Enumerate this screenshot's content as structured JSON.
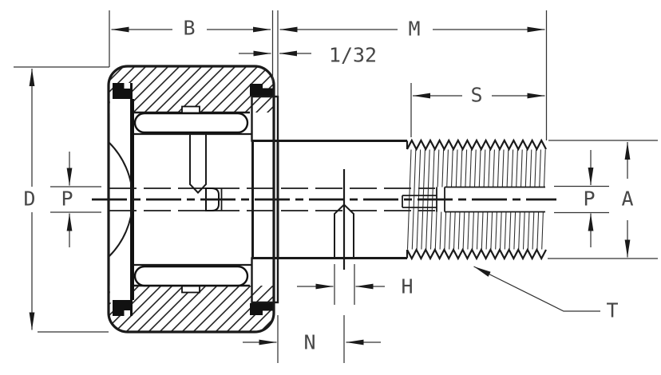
{
  "title": "Cam follower bearing cross-section technical drawing",
  "labels": {
    "dim_b": "B",
    "dim_m": "M",
    "dim_offset": "1/32",
    "dim_s": "S",
    "dim_d": "D",
    "dim_p_left": "P",
    "dim_p_right": "P",
    "dim_a": "A",
    "dim_h": "H",
    "dim_n": "N",
    "dim_t": "T"
  },
  "colors": {
    "line": "#1a1a1a",
    "dim_line": "#333333",
    "text": "#474747",
    "background": "#ffffff"
  }
}
